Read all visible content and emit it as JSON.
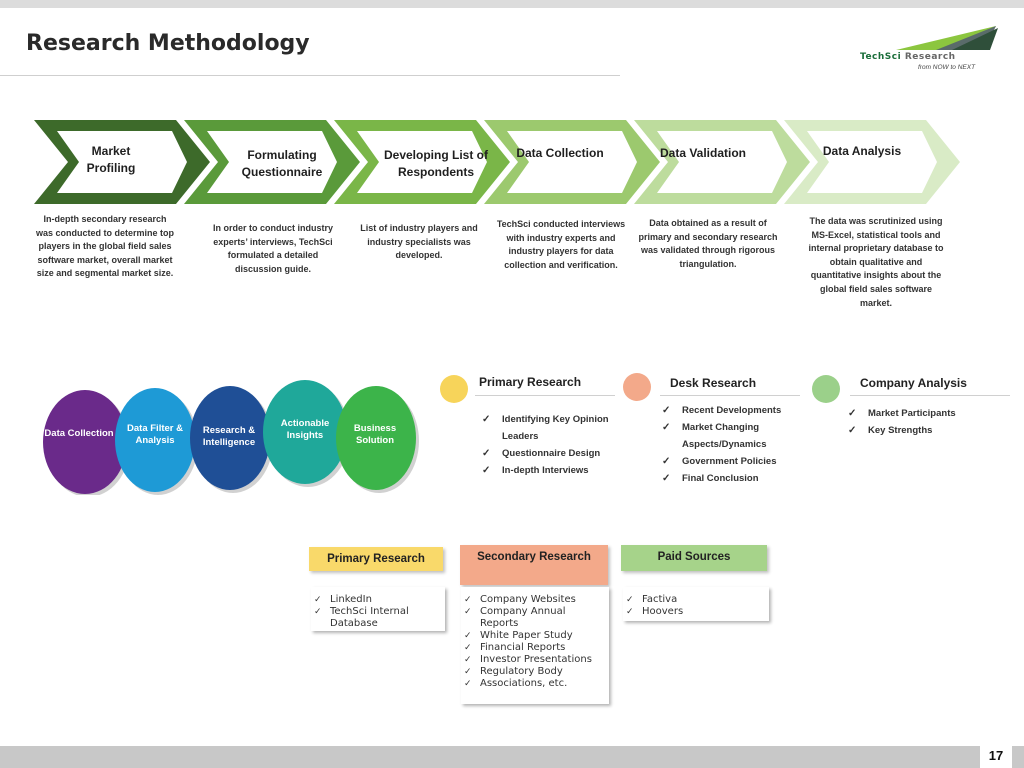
{
  "header": {
    "title": "Research Methodology"
  },
  "logo": {
    "name_part1": "TechSci",
    "name_part2": "Research",
    "tagline": "from NOW to NEXT",
    "accent": "#1a6e3a"
  },
  "process": {
    "steps": [
      {
        "label": "Market Profiling",
        "color": "#3d6a2a",
        "desc": "In-depth secondary research was conducted to determine top players in the global field sales software market, overall market size and segmental market size."
      },
      {
        "label": "Formulating Questionnaire",
        "color": "#5a9a3a",
        "desc": "In order to conduct industry experts’ interviews, TechSci formulated a detailed discussion guide."
      },
      {
        "label": "Developing List of Respondents",
        "color": "#7ab648",
        "desc": "List of industry players and industry specialists  was developed."
      },
      {
        "label": "Data Collection",
        "color": "#9cc96e",
        "desc": "TechSci conducted interviews with industry experts and industry players for data collection and verification."
      },
      {
        "label": "Data Validation",
        "color": "#bddc9d",
        "desc": "Data obtained as a result of primary and secondary research was validated through rigorous triangulation."
      },
      {
        "label": "Data Analysis",
        "color": "#d9ebc6",
        "desc": "The data was scrutinized using MS-Excel, statistical tools and internal proprietary database to obtain qualitative and quantitative insights about the global field sales software market."
      }
    ]
  },
  "flow": {
    "stages": [
      {
        "label": "Data Collection",
        "color": "#6a2a8a"
      },
      {
        "label": "Data Filter & Analysis",
        "color": "#1e9ad6"
      },
      {
        "label": "Research & Intelligence",
        "color": "#1f4f96"
      },
      {
        "label": "Actionable Insights",
        "color": "#1fa89a"
      },
      {
        "label": "Business Solution",
        "color": "#3cb44a"
      }
    ]
  },
  "research_types": [
    {
      "title": "Primary Research",
      "color": "#f7d45a",
      "items": [
        "Identifying Key Opinion Leaders",
        "Questionnaire Design",
        "In-depth Interviews"
      ]
    },
    {
      "title": "Desk Research",
      "color": "#f3a98a",
      "items": [
        "Recent Developments",
        "Market Changing Aspects/Dynamics",
        "Government Policies",
        "Final Conclusion"
      ]
    },
    {
      "title": "Company Analysis",
      "color": "#9bd08a",
      "items": [
        "Market Participants",
        "Key Strengths"
      ]
    }
  ],
  "sources": [
    {
      "title": "Primary Research",
      "color": "#f9d96a",
      "items": [
        "LinkedIn",
        "TechSci Internal Database"
      ]
    },
    {
      "title": "Secondary Research",
      "color": "#f3a98a",
      "items": [
        "Company Websites",
        "Company Annual Reports",
        "White Paper Study",
        "Financial Reports",
        "Investor Presentations",
        "Regulatory Body",
        "Associations, etc."
      ]
    },
    {
      "title": "Paid Sources",
      "color": "#a6d38a",
      "items": [
        "Factiva",
        "Hoovers"
      ]
    }
  ],
  "footer": {
    "page_number": "17"
  }
}
